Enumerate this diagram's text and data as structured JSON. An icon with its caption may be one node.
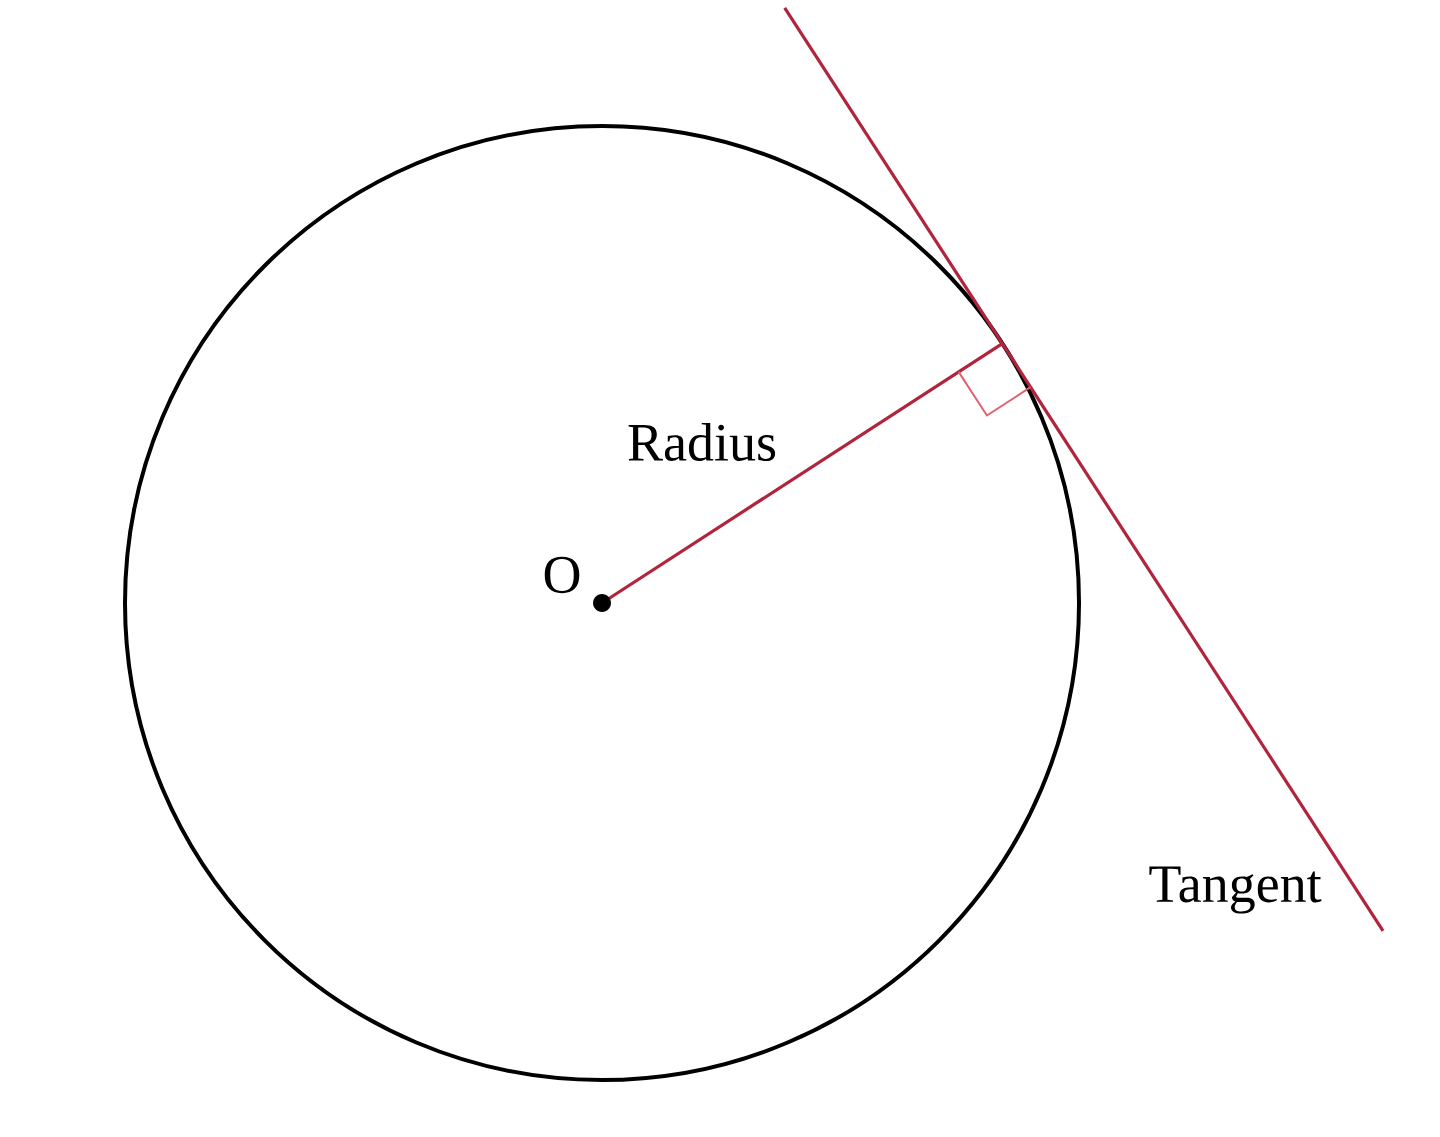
{
  "diagram": {
    "labels": [
      "Radius",
      "O",
      "Tangent"
    ]
  }
}
